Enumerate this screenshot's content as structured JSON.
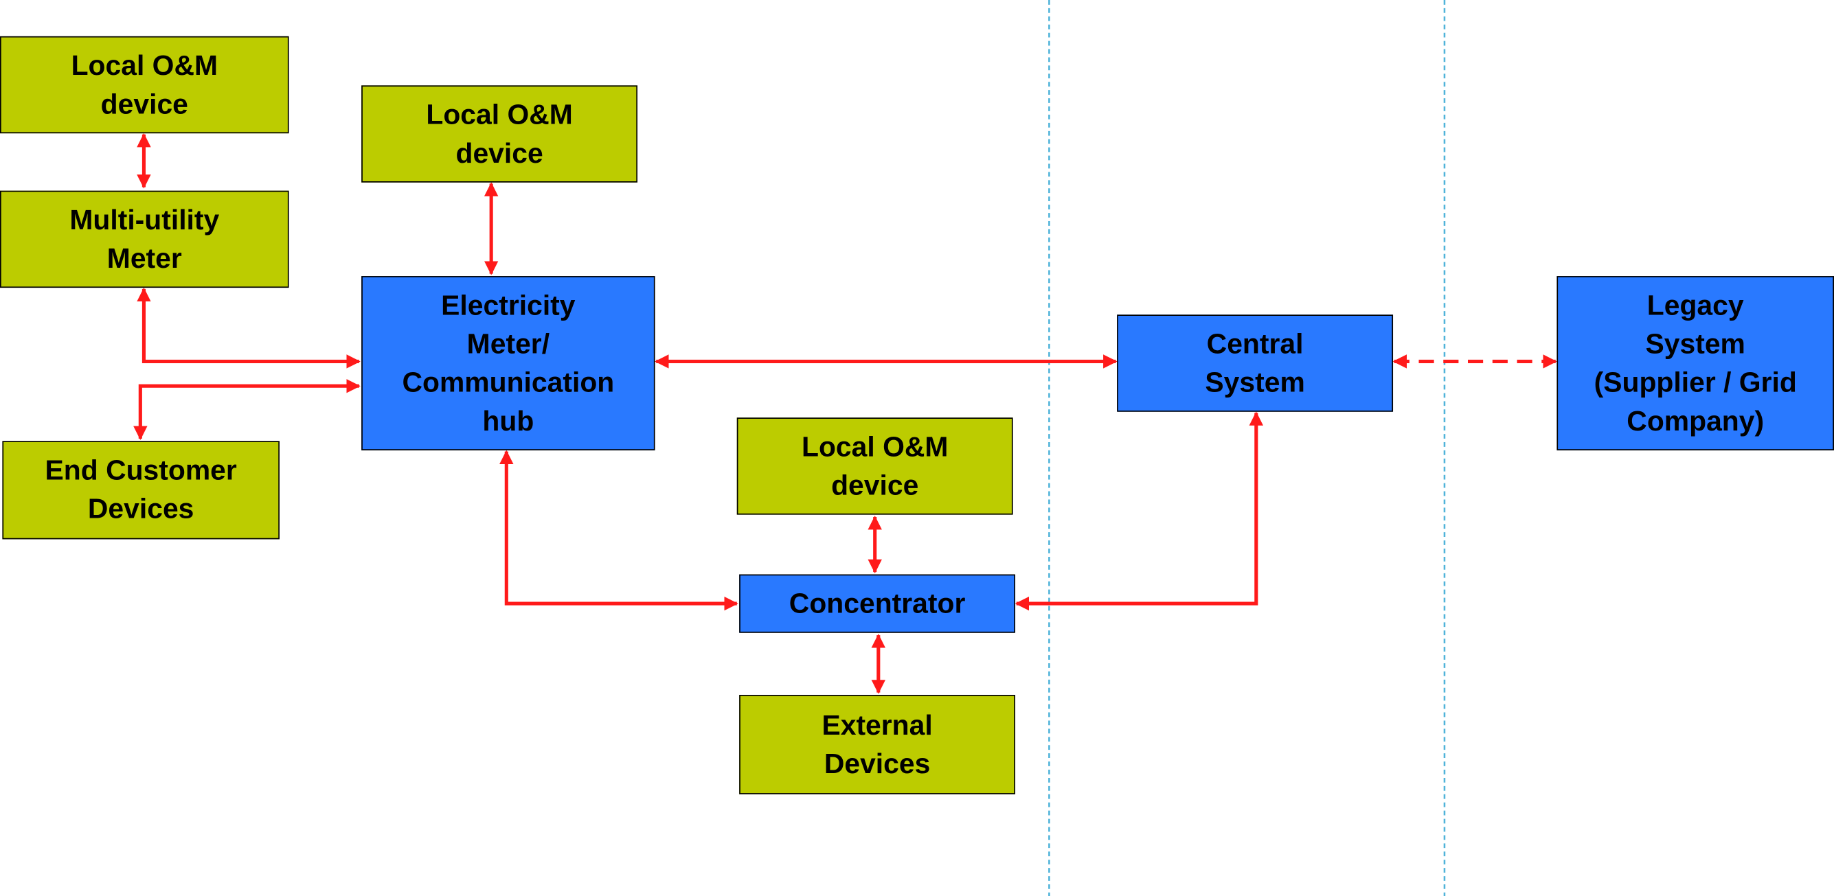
{
  "colors": {
    "device_fill": "#bccc00",
    "system_fill": "#2979ff",
    "arrow": "#ff1a1a",
    "boundary_line": "#4fb3d9"
  },
  "nodes": {
    "om_device_1": "Local O&M\ndevice",
    "multi_utility_meter": "Multi-utility\nMeter",
    "end_customer_devices": "End Customer\nDevices",
    "om_device_2": "Local O&M\ndevice",
    "electricity_meter_hub": "Electricity\nMeter/\nCommunication\nhub",
    "om_device_3": "Local O&M\ndevice",
    "concentrator": "Concentrator",
    "external_devices": "External\nDevices",
    "central_system": "Central\nSystem",
    "legacy_system": "Legacy\nSystem\n(Supplier / Grid\nCompany)"
  },
  "connections": [
    {
      "from": "om_device_1",
      "to": "multi_utility_meter",
      "style": "solid"
    },
    {
      "from": "multi_utility_meter",
      "to": "electricity_meter_hub",
      "style": "solid"
    },
    {
      "from": "electricity_meter_hub",
      "to": "end_customer_devices",
      "style": "solid"
    },
    {
      "from": "om_device_2",
      "to": "electricity_meter_hub",
      "style": "solid"
    },
    {
      "from": "electricity_meter_hub",
      "to": "central_system",
      "style": "solid"
    },
    {
      "from": "electricity_meter_hub",
      "to": "concentrator",
      "style": "solid"
    },
    {
      "from": "om_device_3",
      "to": "concentrator",
      "style": "solid"
    },
    {
      "from": "concentrator",
      "to": "external_devices",
      "style": "solid"
    },
    {
      "from": "concentrator",
      "to": "central_system",
      "style": "solid"
    },
    {
      "from": "central_system",
      "to": "legacy_system",
      "style": "dashed"
    }
  ]
}
